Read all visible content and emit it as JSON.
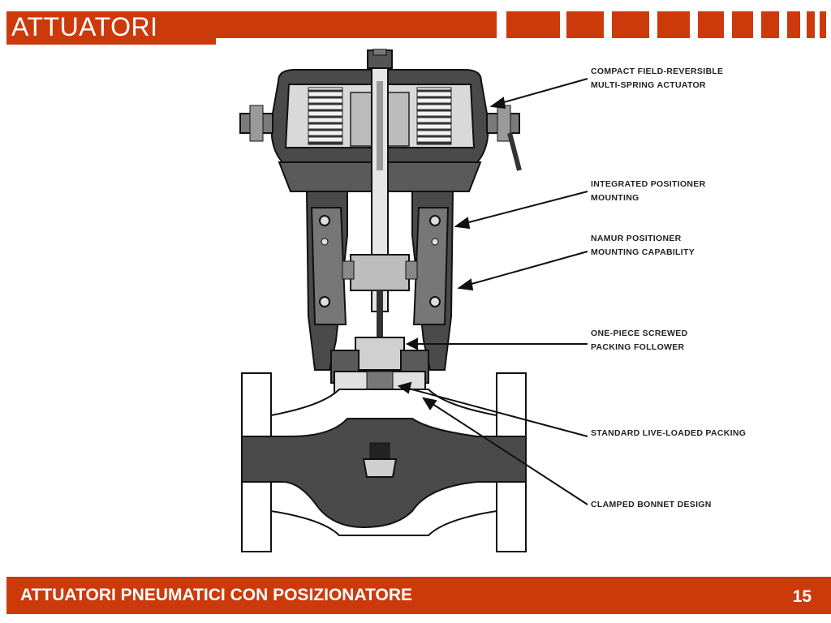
{
  "slide": {
    "title": "ATTUATORI",
    "footer_title": "ATTUATORI PNEUMATICI CON POSIZIONATORE",
    "page_number": "15",
    "accent_color": "#cc3a0c"
  },
  "diagram": {
    "callouts": [
      {
        "line1": "COMPACT FIELD-REVERSIBLE",
        "line2": "MULTI-SPRING ACTUATOR"
      },
      {
        "line1": "INTEGRATED POSITIONER",
        "line2": "MOUNTING"
      },
      {
        "line1": "NAMUR POSITIONER",
        "line2": "MOUNTING CAPABILITY"
      },
      {
        "line1": "ONE-PIECE SCREWED",
        "line2": "PACKING FOLLOWER"
      },
      {
        "line1": "STANDARD LIVE-LOADED PACKING",
        "line2": ""
      },
      {
        "line1": "CLAMPED BONNET DESIGN",
        "line2": ""
      }
    ]
  }
}
